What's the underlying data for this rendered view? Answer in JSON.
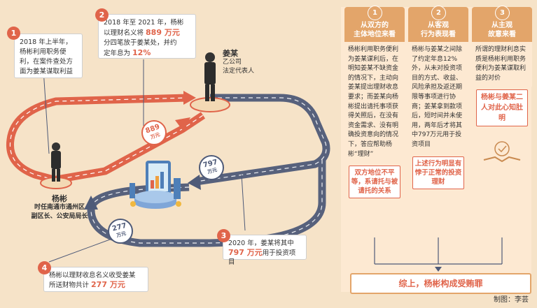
{
  "steps": [
    {
      "num": "1",
      "lines": [
        "2018 年上半年，",
        "杨彬利用职务便",
        "利，在案件查处方",
        "面为姜某谋取利益"
      ]
    },
    {
      "num": "2",
      "line1": "2018 年至 2021 年，杨彬",
      "line2a": "以理财名义将 ",
      "line2b": "889 万元",
      "line3": "分四笔放于姜某处，并约",
      "line4a": "定年息为 ",
      "line4b": "12%"
    },
    {
      "num": "3",
      "line1": "2020 年，姜某将其中",
      "line2a": "797 万元",
      "line2b": "用于投资项目"
    },
    {
      "num": "4",
      "line1": "杨彬以理财收息名义收受姜某",
      "line2a": "所送财物共计 ",
      "line2b": "277 万元"
    }
  ],
  "people": {
    "jiang": {
      "name": "姜某",
      "role": "乙公司",
      "role2": "法定代表人"
    },
    "yang": {
      "name": "杨彬",
      "role": "时任南通市通州区",
      "role2": "副区长、公安局局长"
    }
  },
  "money_tags": [
    {
      "amount": "889",
      "unit": "万元"
    },
    {
      "amount": "797",
      "unit": "万元"
    },
    {
      "amount": "277",
      "unit": "万元"
    }
  ],
  "columns": [
    {
      "num": "1",
      "title1": "从双方的",
      "title2": "主体地位来看",
      "body": "杨彬利用职务便利为姜某谋利后，在明知姜某不缺资金的情况下，主动向姜某提出理财收息要求；而姜某向杨彬提出请托事项获得关照后，在没有资金需求、没有明确投资意向的情况下，答应帮助杨彬“理财”",
      "conclusion": "双方地位不平等，系请托与被请托的关系"
    },
    {
      "num": "2",
      "title1": "从客观",
      "title2": "行为表现看",
      "body": "杨彬与姜某之间除了约定年息12%外，从未对投资项目的方式、收益、风险承担及返还期限等事项进行协商；姜某拿到款项后，短时间并未使用，两年后才将其中797万元用于投资项目",
      "conclusion": "上述行为明显有悖于正常的投资理财"
    },
    {
      "num": "3",
      "title1": "从主观",
      "title2": "故意来看",
      "body": "所谓的理财利息实质是杨彬利用职务便利为姜某谋取利益的对价",
      "conclusion": "杨彬与姜某二人对此心知肚明"
    }
  ],
  "summary": "综上，杨彬构成受贿罪",
  "credit": "制图：李芸",
  "colors": {
    "accent": "#e0644a",
    "panel": "#fde9d2",
    "header": "#e3a56a",
    "bg": "#f6e3c8",
    "road_dark": "#4e5a78",
    "road_red": "#e0644a"
  }
}
